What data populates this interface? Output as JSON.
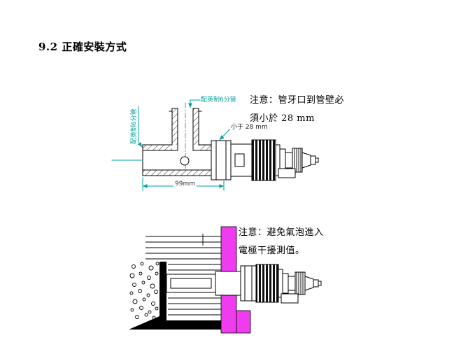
{
  "page": {
    "title": "9.2 正確安裝方式"
  },
  "upper_diagram": {
    "pipe_label_top": "配英制6分管",
    "pipe_label_side": "配英制6分管",
    "gap_label": "小于 28 mm",
    "length_dimension": "99mm",
    "note_line1": "注意：管牙口到管壁必",
    "note_line2": "須小於 28 mm"
  },
  "lower_diagram": {
    "note_line1": "注意：避免氣泡進入",
    "note_line2": "電極干擾測值。"
  },
  "colors": {
    "annotation_cyan": "#00A0A0",
    "wall_magenta": "#EE3CEE"
  }
}
